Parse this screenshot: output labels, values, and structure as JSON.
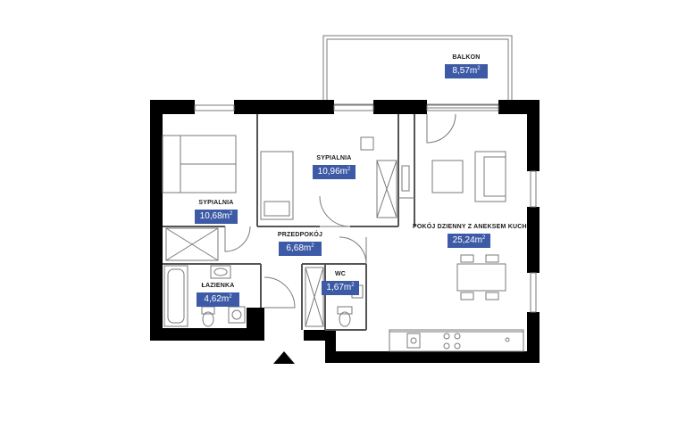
{
  "rooms": {
    "balkon": {
      "name": "BALKON",
      "area": "8,57",
      "unit": "m",
      "unit_exp": "2"
    },
    "sypialnia1": {
      "name": "SYPIALNIA",
      "area": "10,68",
      "unit": "m",
      "unit_exp": "2"
    },
    "sypialnia2": {
      "name": "SYPIALNIA",
      "area": "10,96",
      "unit": "m",
      "unit_exp": "2"
    },
    "przedpokoj": {
      "name": "PRZEDPOKÓJ",
      "area": "6,68",
      "unit": "m",
      "unit_exp": "2"
    },
    "pokoj": {
      "name": "POKÓJ DZIENNY Z ANEKSEM KUCH.",
      "area": "25,24",
      "unit": "m",
      "unit_exp": "2"
    },
    "lazienka": {
      "name": "ŁAZIENKA",
      "area": "4,62",
      "unit": "m",
      "unit_exp": "2"
    },
    "wc": {
      "name": "WC",
      "area": "1,67",
      "unit": "m",
      "unit_exp": "2"
    }
  },
  "colors": {
    "wall": "#000000",
    "label_bg": "#3d5aa6",
    "label_text": "#ffffff",
    "line": "#7a7a7a"
  },
  "icons": [
    "entrance-arrow-icon",
    "bed-icon",
    "sofa-icon",
    "table-icon",
    "bathtub-icon",
    "toilet-icon",
    "sink-icon",
    "stove-icon",
    "washing-machine-icon",
    "wardrobe-icon"
  ]
}
